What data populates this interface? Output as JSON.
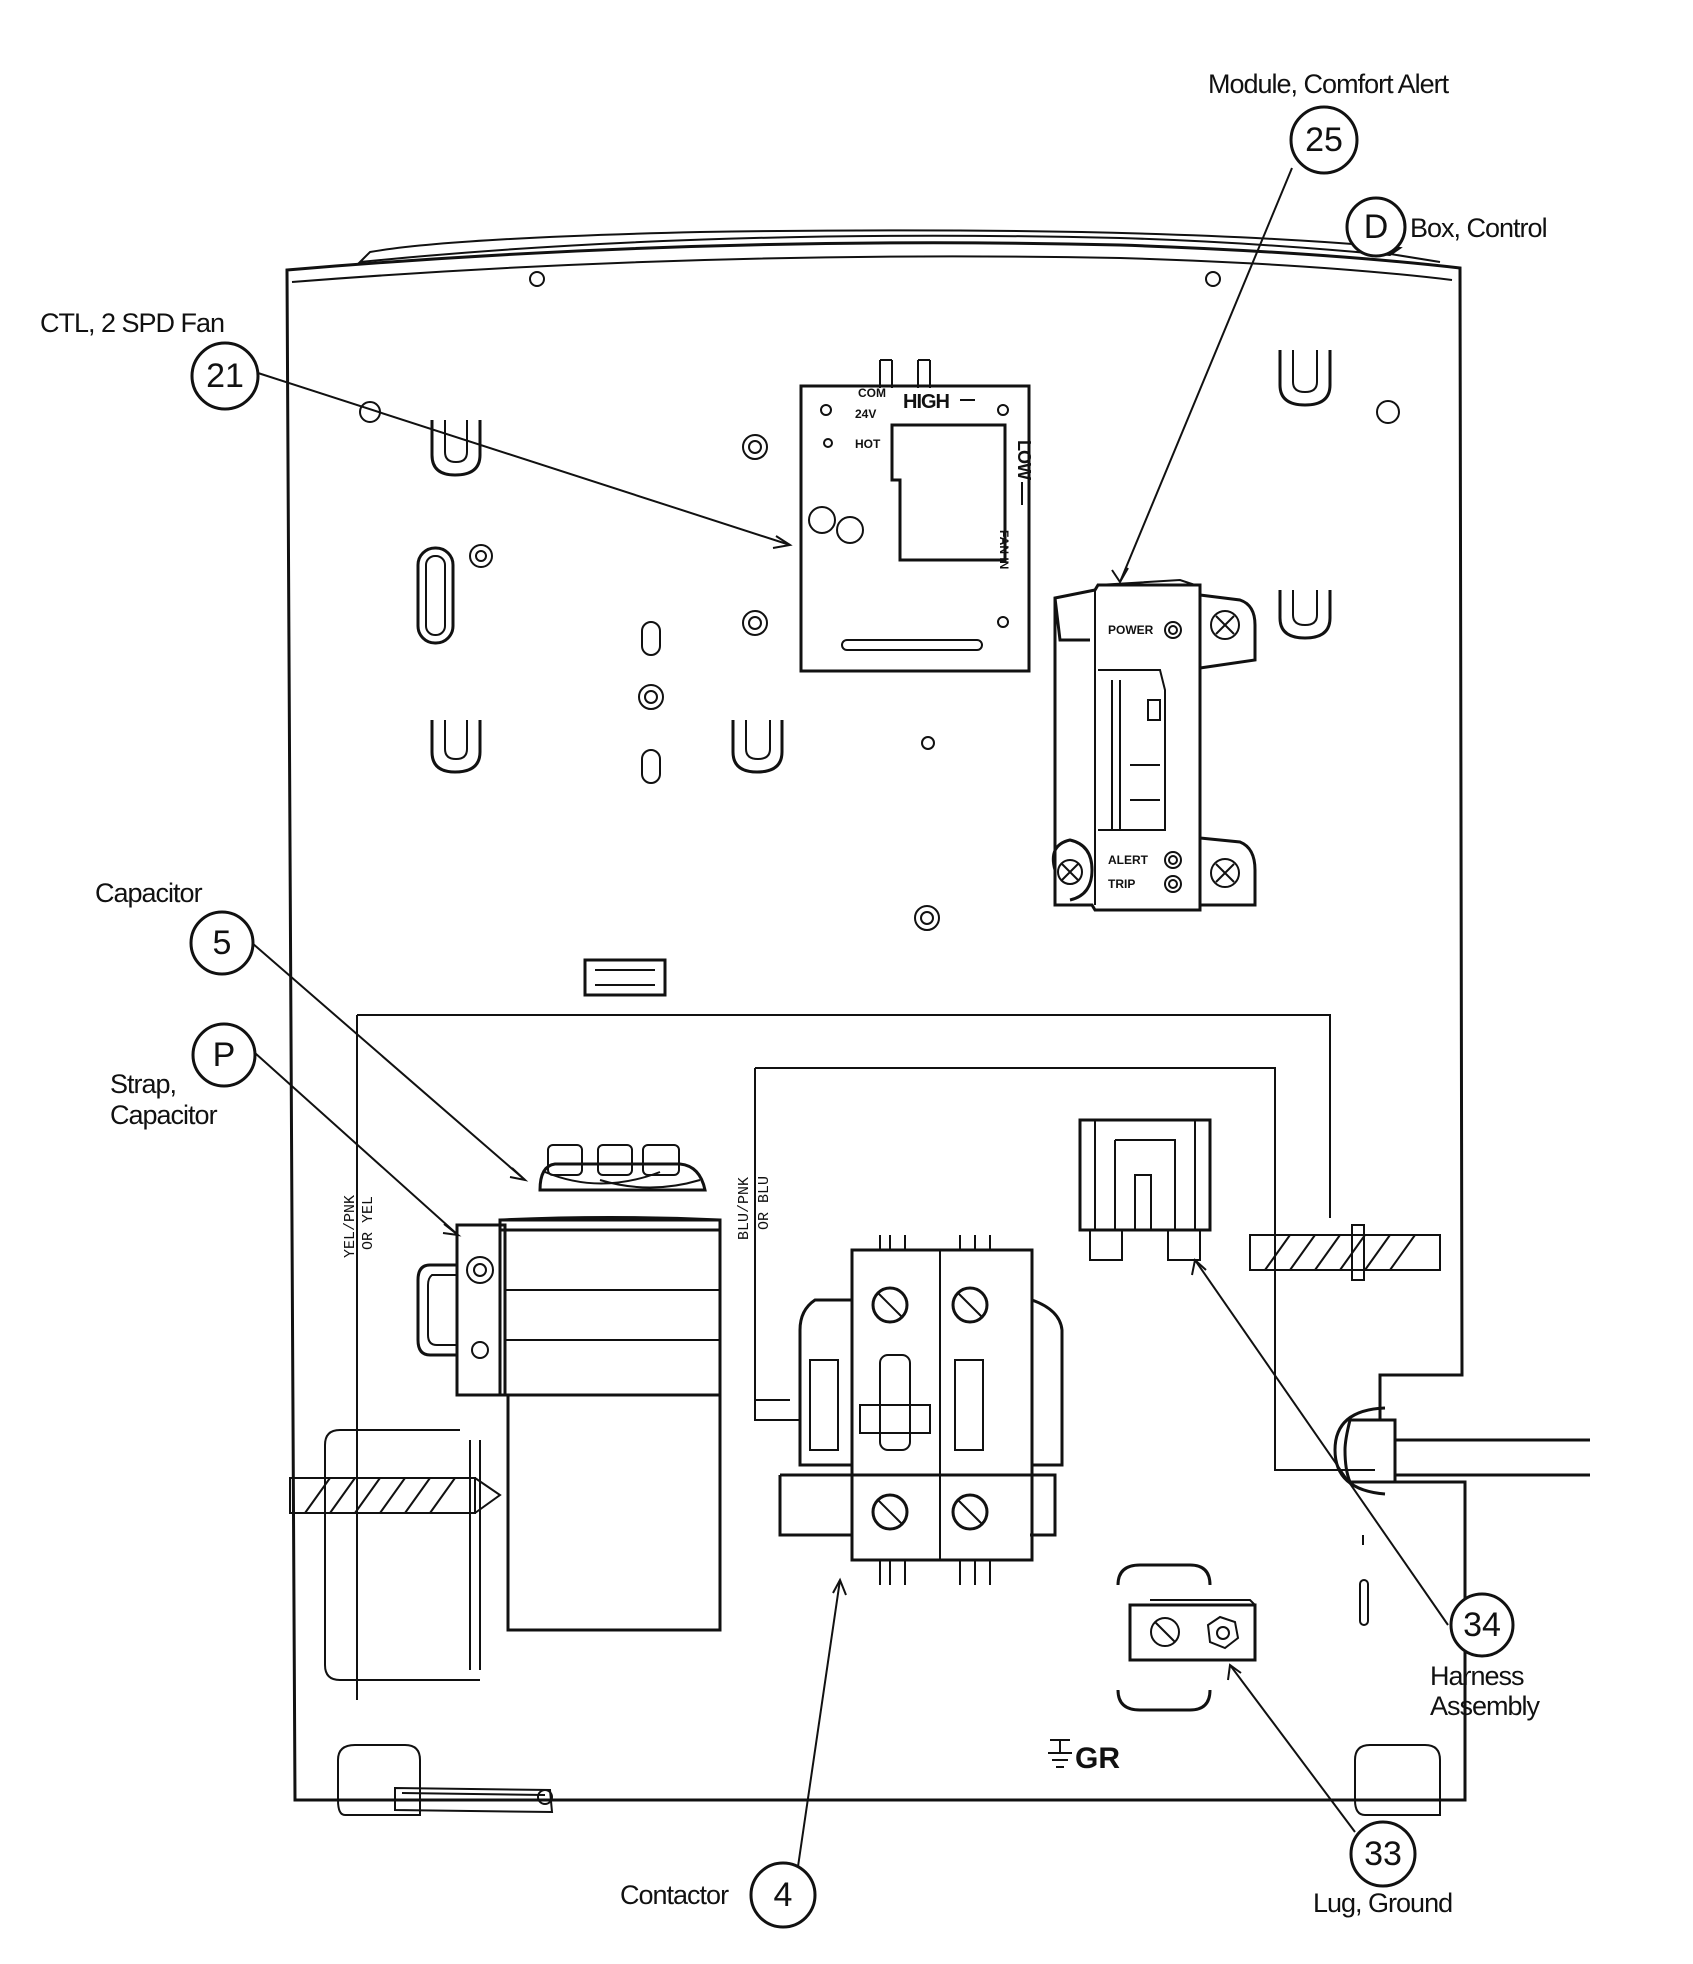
{
  "callouts": {
    "c25": {
      "num": "25",
      "label": "Module, Comfort Alert"
    },
    "cD": {
      "num": "D",
      "label": "Box, Control"
    },
    "c21": {
      "num": "21",
      "label": "CTL, 2 SPD Fan"
    },
    "c5": {
      "num": "5",
      "label": "Capacitor"
    },
    "cP": {
      "num": "P",
      "label1": "Strap,",
      "label2": "Capacitor"
    },
    "c34": {
      "num": "34",
      "label1": "Harness",
      "label2": "Assembly"
    },
    "c33": {
      "num": "33",
      "label": "Lug, Ground"
    },
    "c4": {
      "num": "4",
      "label": "Contactor"
    }
  },
  "board": {
    "high": "HIGH",
    "low": "LOW",
    "com": "COM",
    "v24": "24V",
    "hot": "HOT",
    "fan_in": "FAN IN"
  },
  "module": {
    "power": "POWER",
    "alert": "ALERT",
    "trip": "TRIP"
  },
  "wires": {
    "left1": "YEL/PNK",
    "left2": "OR YEL",
    "mid1": "BLU/PNK",
    "mid2": "OR BLU"
  },
  "ground": "GR"
}
